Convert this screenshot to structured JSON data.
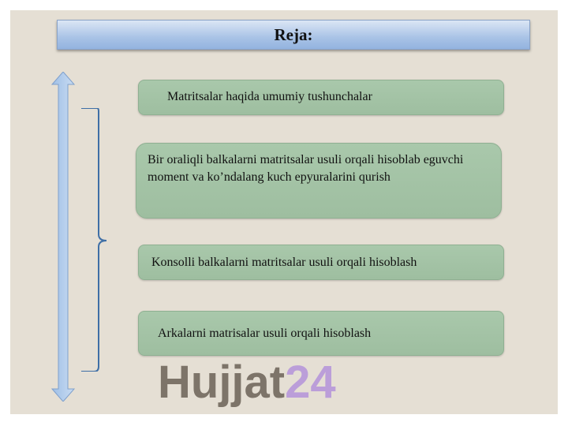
{
  "title": "Reja:",
  "items": [
    {
      "text": "Matritsalar haqida umumiy tushunchalar"
    },
    {
      "text": "Bir oraliqli balkalarni matritsalar usuli orqali hisoblab eguvchi moment va ko’ndalang kuch epyuralarini qurish"
    },
    {
      "text": "Konsolli balkalarni matritsalar usuli orqali hisoblash"
    },
    {
      "text": "Arkalarni matrisalar usuli orqali hisoblash"
    }
  ],
  "watermark": {
    "part1": "Hujjat",
    "part2": "24"
  },
  "colors": {
    "title_bar": "#a9c3e6",
    "box": "#a9c8ab",
    "background": "#e5dfd4",
    "watermark_accent": "#aa82dc"
  }
}
